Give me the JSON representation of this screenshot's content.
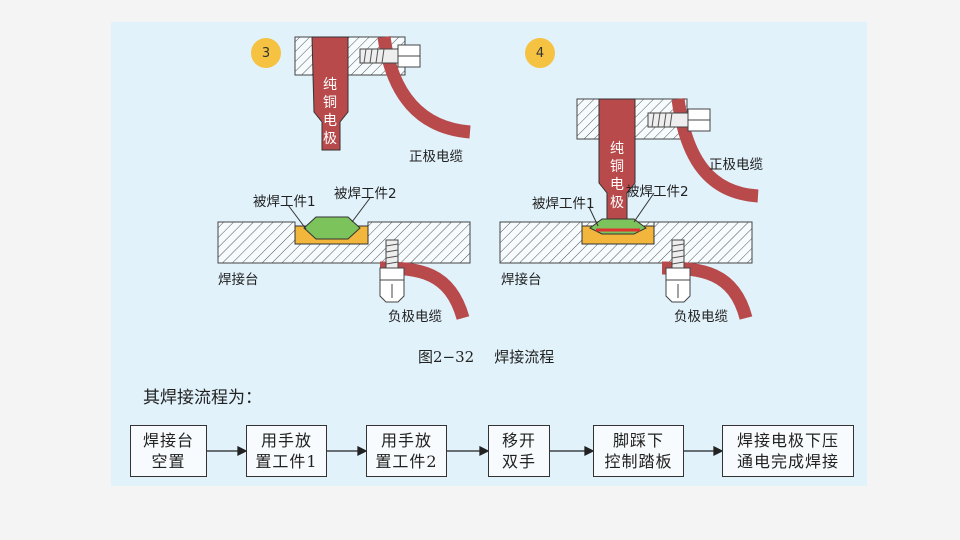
{
  "figure": {
    "step_badges": [
      "3",
      "4"
    ],
    "electrode_label_chars": [
      "纯",
      "铜",
      "电",
      "极"
    ],
    "labels": {
      "positive_cable": "正极电缆",
      "negative_cable": "负极电缆",
      "workpiece_1": "被焊工件1",
      "workpiece_2": "被焊工件2",
      "welding_table": "焊接台"
    },
    "caption_number": "图2−32",
    "caption_title": "焊接流程"
  },
  "intro_text": "其焊接流程为：",
  "flow_steps": [
    {
      "line1": "焊接台",
      "line2": "空置"
    },
    {
      "line1": "用手放",
      "line2": "置工件1"
    },
    {
      "line1": "用手放",
      "line2": "置工件2"
    },
    {
      "line1": "移开",
      "line2": "双手"
    },
    {
      "line1": "脚踩下",
      "line2": "控制踏板"
    },
    {
      "line1": "焊接电极下压",
      "line2": "通电完成焊接"
    }
  ],
  "colors": {
    "electrode": "#b84a4b",
    "workpiece_1": "#f2b63c",
    "workpiece_2": "#7cc35c",
    "weld_seam": "#e03030",
    "badge": "#f5c242",
    "panel": "#e1f2fb"
  }
}
